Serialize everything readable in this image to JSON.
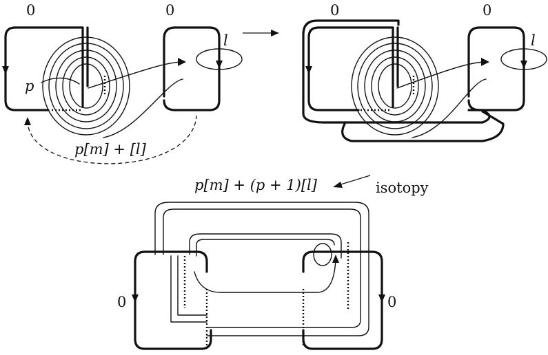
{
  "labels": {
    "framing_tl_left": "0",
    "framing_tl_right": "0",
    "framing_tr_left": "0",
    "framing_tr_right": "0",
    "framing_b_left": "0",
    "framing_b_right": "0",
    "loop_l_left": "l",
    "loop_l_right": "l",
    "twist_p": "p",
    "class_top": "p[m] + [l]",
    "class_bottom": "p[m] + (p + 1)[l]",
    "isotopy": "isotopy"
  }
}
